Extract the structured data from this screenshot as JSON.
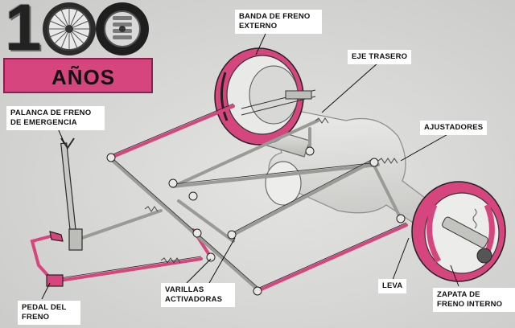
{
  "logo": {
    "digit": "1",
    "years_text": "AÑOS"
  },
  "labels": {
    "banda_freno_externo": "BANDA DE FRENO\nEXTERNO",
    "eje_trasero": "EJE TRASERO",
    "palanca_freno_emergencia": "PALANCA DE FRENO\nDE EMERGENCIA",
    "ajustadores": "AJUSTADORES",
    "pedal_freno": "PEDAL DEL\nFRENO",
    "varillas_activadoras": "VARILLAS\nACTIVADORAS",
    "leva": "LEVA",
    "zapata_freno_interno": "ZAPATA DE\nFRENO INTERNO"
  },
  "colors": {
    "brake_pink": "#d7457f",
    "metal_grey": "#b8b8b4",
    "outline": "#2a2a2a",
    "label_bg": "#ffffff"
  }
}
